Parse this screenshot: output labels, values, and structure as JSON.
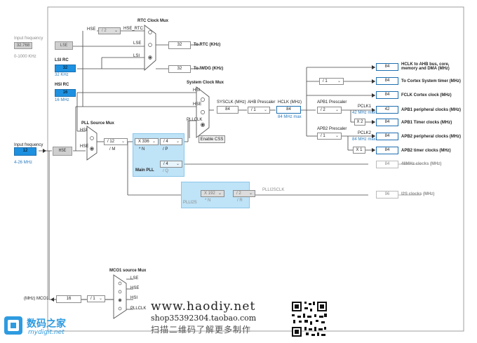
{
  "input_freq_top": {
    "label": "Input frequency",
    "value": "32.768",
    "range": "0-1000 KHz"
  },
  "lse_label": "LSE",
  "lsi": {
    "label": "LSI RC",
    "value": "32",
    "unit": "32 KHz"
  },
  "hsi": {
    "label": "HSI RC",
    "value": "16",
    "unit": "16 MHz"
  },
  "input_freq_hse": {
    "label": "Input frequency",
    "value": "12",
    "range": "4-26 MHz"
  },
  "hse_label": "HSE",
  "rtc": {
    "title": "RTC Clock Mux",
    "hse": "HSE",
    "div": "/ 2",
    "hse_rtc": "HSE_RTC",
    "lse": "LSE",
    "lsi": "LSI",
    "value": "32",
    "label": "To RTC (KHz)"
  },
  "iwdg": {
    "value": "32",
    "label": "To IWDG (KHz)"
  },
  "sysmux": {
    "title": "System Clock Mux",
    "hsi": "HSI",
    "hse": "HSE",
    "pllclk": "PLLCLK",
    "enable_css": "Enable CSS"
  },
  "pllsrc": {
    "title": "PLL Source Mux",
    "hsi": "HSI",
    "hse": "HSE"
  },
  "pll": {
    "m": "/ 12",
    "m_label": "/ M",
    "n": "X 336",
    "n_label": "* N",
    "p": "/ 4",
    "p_label": "/ P",
    "q": "/ 4",
    "q_label": "/ Q",
    "title": "Main PLL"
  },
  "plli2s": {
    "n": "X 192",
    "n_label": "* N",
    "r": "/ 2",
    "r_label": "/ R",
    "title": "PLLI2S",
    "clk": "PLLI2SCLK"
  },
  "sysclk": {
    "label": "SYSCLK (MHz)",
    "value": "84"
  },
  "ahb": {
    "label": "AHB Prescaler",
    "value": "/ 1"
  },
  "hclk": {
    "label": "HCLK (MHz)",
    "value": "84",
    "max": "84 MHz max"
  },
  "apb1": {
    "label": "APB1 Prescaler",
    "value": "/ 2",
    "pclk": "PCLK1",
    "max": "42 MHz max",
    "x": "X 2"
  },
  "apb2": {
    "label": "APB2 Prescaler",
    "value": "/ 1",
    "pclk": "PCLK2",
    "max": "84 MHz max",
    "x": "X 1"
  },
  "cortex_div": "/ 1",
  "outputs": [
    {
      "value": "84",
      "label": "HCLK to AHB bus, core, memory and DMA (MHz)"
    },
    {
      "value": "84",
      "label": "To Cortex System timer (MHz)"
    },
    {
      "value": "84",
      "label": "FCLK Cortex clock (MHz)"
    },
    {
      "value": "42",
      "label": "APB1 peripheral clocks (MHz)"
    },
    {
      "value": "84",
      "label": "APB1 Timer clocks (MHz)"
    },
    {
      "value": "84",
      "label": "APB2 peripheral clocks (MHz)"
    },
    {
      "value": "84",
      "label": "APB2 timer clocks (MHz)"
    }
  ],
  "usb48": {
    "value": "84",
    "label": "48MHz clocks (MHz)"
  },
  "i2s": {
    "value": "96",
    "label": "I2S clocks (MHz)"
  },
  "mco1": {
    "title": "MCO1 source Mux",
    "lse": "LSE",
    "hse": "HSE",
    "hsi": "HSI",
    "pllclk": "PLLCLK",
    "div": "/ 1",
    "value": "16",
    "label": "(MHz) MCO1"
  },
  "watermark": {
    "url": "www.haodiy.net",
    "shop": "shop35392304.taobao.com",
    "slogan": "扫描二维码了解更多制作"
  },
  "logo": {
    "cn": "数码之家",
    "en": "mydigit.net"
  }
}
